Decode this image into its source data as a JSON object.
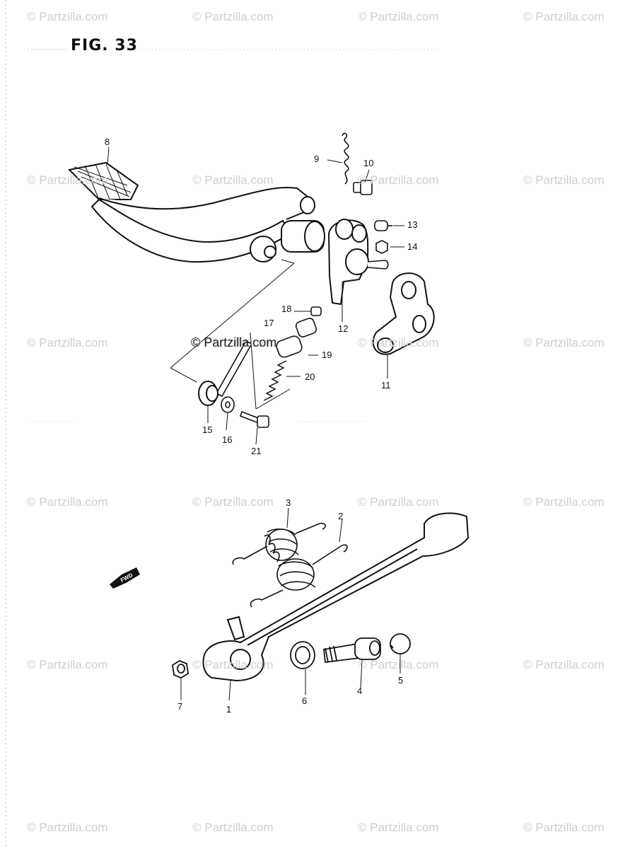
{
  "figure_title": "FIG. 33",
  "watermark_text": "© Partzilla.com",
  "callouts": [
    "1",
    "2",
    "3",
    "4",
    "5",
    "6",
    "7",
    "8",
    "9",
    "10",
    "11",
    "12",
    "13",
    "14",
    "15",
    "16",
    "17",
    "18",
    "19",
    "20",
    "21"
  ],
  "fwd_label": "FWD",
  "colors": {
    "ink": "#111111",
    "watermark": "#cfcfcf",
    "paper": "#ffffff"
  }
}
